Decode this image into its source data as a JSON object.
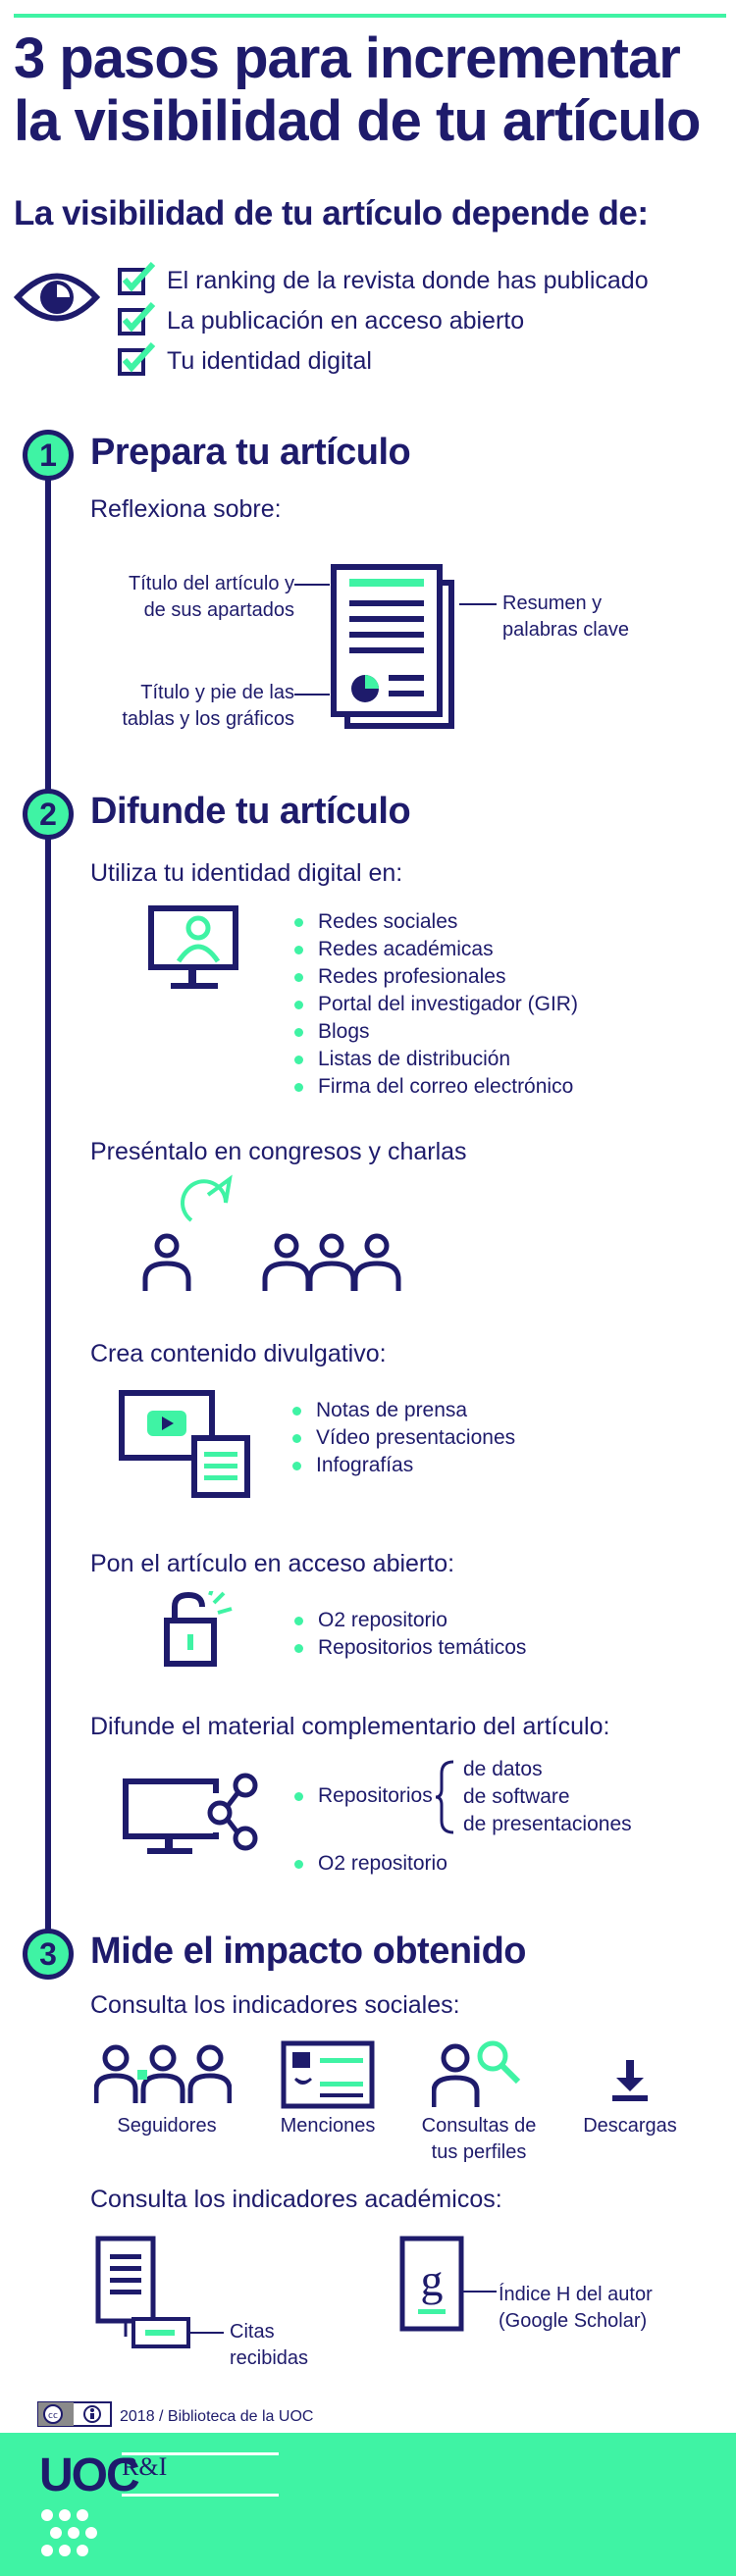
{
  "title_line1": "3 pasos para incrementar",
  "title_line2": "la visibilidad de tu artículo",
  "subtitle": "La visibilidad de tu artículo depende de:",
  "factors": [
    "El ranking de la revista donde has publicado",
    "La publicación en acceso abierto",
    "Tu identidad digital"
  ],
  "step1": {
    "number": "1",
    "title": "Prepara tu artículo",
    "intro": "Reflexiona sobre:",
    "label_title_l1": "Título del artículo y",
    "label_title_l2": "de sus apartados",
    "label_tables_l1": "Título y pie de las",
    "label_tables_l2": "tablas y los gráficos",
    "label_summary_l1": "Resumen y",
    "label_summary_l2": "palabras clave"
  },
  "step2": {
    "number": "2",
    "title": "Difunde tu artículo",
    "identity_heading": "Utiliza tu identidad digital en:",
    "identity_items": [
      "Redes sociales",
      "Redes académicas",
      "Redes profesionales",
      "Portal del investigador (GIR)",
      "Blogs",
      "Listas de distribución",
      "Firma del correo electrónico"
    ],
    "congress_heading": "Preséntalo en congresos y charlas",
    "content_heading": "Crea contenido divulgativo:",
    "content_items": [
      "Notas de prensa",
      "Vídeo presentaciones",
      "Infografías"
    ],
    "open_heading": "Pon el artículo en acceso abierto:",
    "open_items": [
      "O2 repositorio",
      "Repositorios temáticos"
    ],
    "material_heading": "Difunde el material complementario del artículo:",
    "material_item_repos": "Repositorios",
    "material_subitems": [
      "de datos",
      "de software",
      "de presentaciones"
    ],
    "material_item_o2": "O2 repositorio"
  },
  "step3": {
    "number": "3",
    "title": "Mide el impacto obtenido",
    "social_heading": "Consulta los indicadores sociales:",
    "social_followers": "Seguidores",
    "social_mentions": "Menciones",
    "social_queries_l1": "Consultas de",
    "social_queries_l2": "tus perfiles",
    "social_downloads": "Descargas",
    "academic_heading": "Consulta los indicadores académicos:",
    "citations_l1": "Citas",
    "citations_l2": "recibidas",
    "hindex_l1": "Índice H del autor",
    "hindex_l2": "(Google Scholar)"
  },
  "license": "2018 / Biblioteca de la UOC",
  "logo_uoc": "UOC",
  "logo_ri": "R&I",
  "colors": {
    "navy": "#1e1b6b",
    "mint": "#3ff3a4"
  }
}
